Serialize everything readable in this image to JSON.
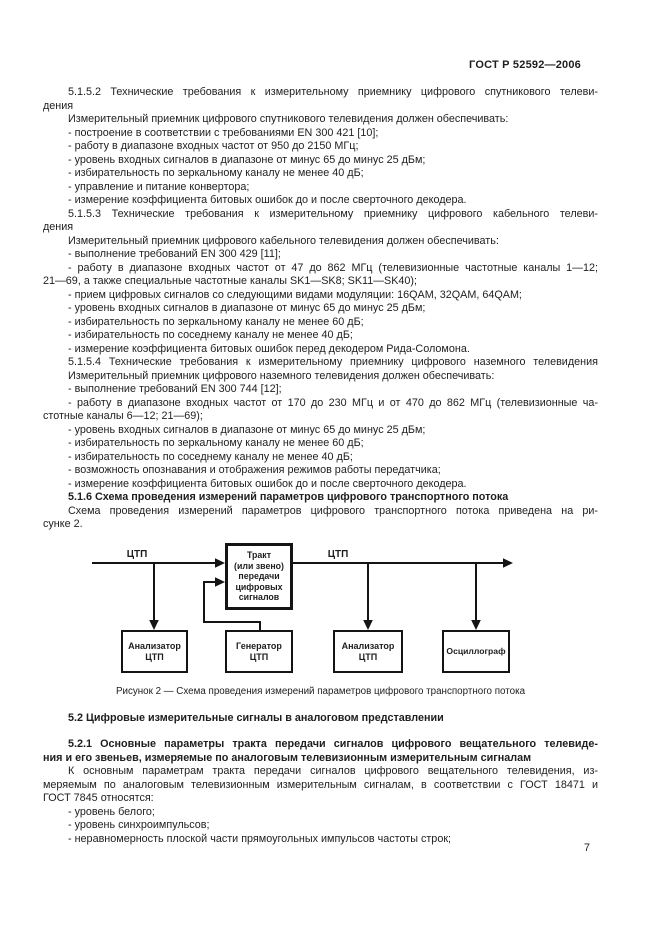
{
  "document": {
    "standard_code": "ГОСТ Р 52592—2006",
    "page_number": "7"
  },
  "sections": {
    "heading_5_2": "5.2 Цифровые измерительные сигналы в аналоговом представлении"
  },
  "body": {
    "paragraphs_upper": [
      {
        "lines": [
          {
            "text": "5.1.5.2 Технические требования к измерительному приемнику цифрового спутникового телеви-",
            "justify": true
          },
          {
            "text": "дения"
          }
        ]
      },
      {
        "lines": [
          {
            "text": "Измерительный приемник цифрового спутникового телевидения должен обеспечивать:"
          }
        ]
      },
      {
        "lines": [
          {
            "text": "- построение в соответствии с требованиями EN 300 421 [10];"
          }
        ]
      },
      {
        "lines": [
          {
            "text": "- работу в диапазоне входных частот от 950 до 2150 МГц;"
          }
        ]
      },
      {
        "lines": [
          {
            "text": "- уровень входных сигналов в диапазоне от минус 65 до минус 25 дБм;"
          }
        ]
      },
      {
        "lines": [
          {
            "text": "- избирательность по зеркальному каналу не менее 40 дБ;"
          }
        ]
      },
      {
        "lines": [
          {
            "text": "- управление и питание конвертора;"
          }
        ]
      },
      {
        "lines": [
          {
            "text": "- измерение коэффициента битовых ошибок до и после сверточного декодера."
          }
        ]
      },
      {
        "lines": [
          {
            "text": "5.1.5.3 Технические требования к измерительному приемнику цифрового кабельного телеви-",
            "justify": true
          },
          {
            "text": "дения"
          }
        ]
      },
      {
        "lines": [
          {
            "text": "Измерительный приемник цифрового кабельного телевидения должен обеспечивать:"
          }
        ]
      },
      {
        "lines": [
          {
            "text": "- выполнение требований EN 300 429 [11];"
          }
        ]
      },
      {
        "lines": [
          {
            "text": "- работу в диапазоне входных частот от 47 до 862 МГц (телевизионные частотные каналы 1—12;",
            "justify": true
          },
          {
            "text": "21—69, а также специальные частотные каналы SK1—SK8; SK11—SK40);"
          }
        ]
      },
      {
        "lines": [
          {
            "text": "- прием цифровых сигналов со следующими видами модуляции: 16QAM, 32QAM, 64QAM;"
          }
        ]
      },
      {
        "lines": [
          {
            "text": "- уровень входных сигналов в диапазоне от минус 65 до минус 25 дБм;"
          }
        ]
      },
      {
        "lines": [
          {
            "text": "- избирательность по зеркальному каналу не менее 60 дБ;"
          }
        ]
      },
      {
        "lines": [
          {
            "text": "- избирательность по соседнему каналу не менее 40 дБ;"
          }
        ]
      },
      {
        "lines": [
          {
            "text": "- измерение коэффициента битовых ошибок перед декодером Рида-Соломона."
          }
        ]
      },
      {
        "lines": [
          {
            "text": "5.1.5.4 Технические требования к измерительному приемнику цифрового наземного телевидения",
            "justify": true
          }
        ]
      },
      {
        "lines": [
          {
            "text": "Измерительный приемник цифрового наземного телевидения должен обеспечивать:"
          }
        ]
      },
      {
        "lines": [
          {
            "text": "- выполнение требований EN 300 744 [12];"
          }
        ]
      },
      {
        "lines": [
          {
            "text": "- работу в диапазоне входных частот от 170 до 230 МГц и от 470 до 862 МГц (телевизионные ча-",
            "justify": true
          },
          {
            "text": "стотные каналы 6—12; 21—69);"
          }
        ]
      },
      {
        "lines": [
          {
            "text": "- уровень входных сигналов в диапазоне от минус 65 до минус 25 дБм;"
          }
        ]
      },
      {
        "lines": [
          {
            "text": "- избирательность по зеркальному каналу не менее 60 дБ;"
          }
        ]
      },
      {
        "lines": [
          {
            "text": "- избирательность по соседнему каналу не менее 40 дБ;"
          }
        ]
      },
      {
        "lines": [
          {
            "text": "- возможность опознавания и отображения режимов работы передатчика;"
          }
        ]
      },
      {
        "lines": [
          {
            "text": "- измерение коэффициента битовых ошибок до и после сверточного декодера."
          }
        ]
      },
      {
        "bold": true,
        "lines": [
          {
            "text": "5.1.6 Схема проведения измерений параметров цифрового транспортного потока"
          }
        ]
      },
      {
        "lines": [
          {
            "text": "Схема проведения измерений параметров цифрового транспортного потока приведена на ри-",
            "justify": true
          },
          {
            "text": "сунке 2."
          }
        ]
      }
    ],
    "paragraphs_lower": [
      {
        "bold": true,
        "lines": [
          {
            "text": "5.2.1 Основные параметры тракта передачи сигналов цифрового вещательного телевиде-",
            "justify": true
          },
          {
            "text": "ния и его звеньев, измеряемые по аналоговым телевизионным измерительным сигналам"
          }
        ]
      },
      {
        "lines": [
          {
            "text": "К основным параметрам тракта передачи сигналов цифрового вещательного телевидения, из-",
            "justify": true
          },
          {
            "text": "меряемым по аналоговым телевизионным измерительным сигналам, в соответствии с ГОСТ 18471 и",
            "justify": true
          },
          {
            "text": "ГОСТ 7845 относятся:"
          }
        ]
      },
      {
        "lines": [
          {
            "text": "- уровень белого;"
          }
        ]
      },
      {
        "lines": [
          {
            "text": "- уровень синхроимпульсов;"
          }
        ]
      },
      {
        "lines": [
          {
            "text": "- неравномерность плоской части прямоугольных импульсов частоты строк;"
          }
        ]
      }
    ]
  },
  "figure": {
    "caption": "Рисунок 2 — Схема проведения измерений параметров цифрового транспортного потока",
    "label_left": "ЦТП",
    "label_right": "ЦТП",
    "line_color": "#141414",
    "boxes": [
      {
        "id": "tract",
        "lines": [
          "Тракт",
          "(или звено)",
          "передачи",
          "цифровых",
          "сигналов"
        ]
      },
      {
        "id": "analyzer-left",
        "lines": [
          "Анализатор",
          "ЦТП"
        ]
      },
      {
        "id": "generator",
        "lines": [
          "Генератор",
          "ЦТП"
        ]
      },
      {
        "id": "analyzer-right",
        "lines": [
          "Анализатор",
          "ЦТП"
        ]
      },
      {
        "id": "oscilloscope",
        "lines": [
          "Осциллограф"
        ]
      }
    ]
  }
}
